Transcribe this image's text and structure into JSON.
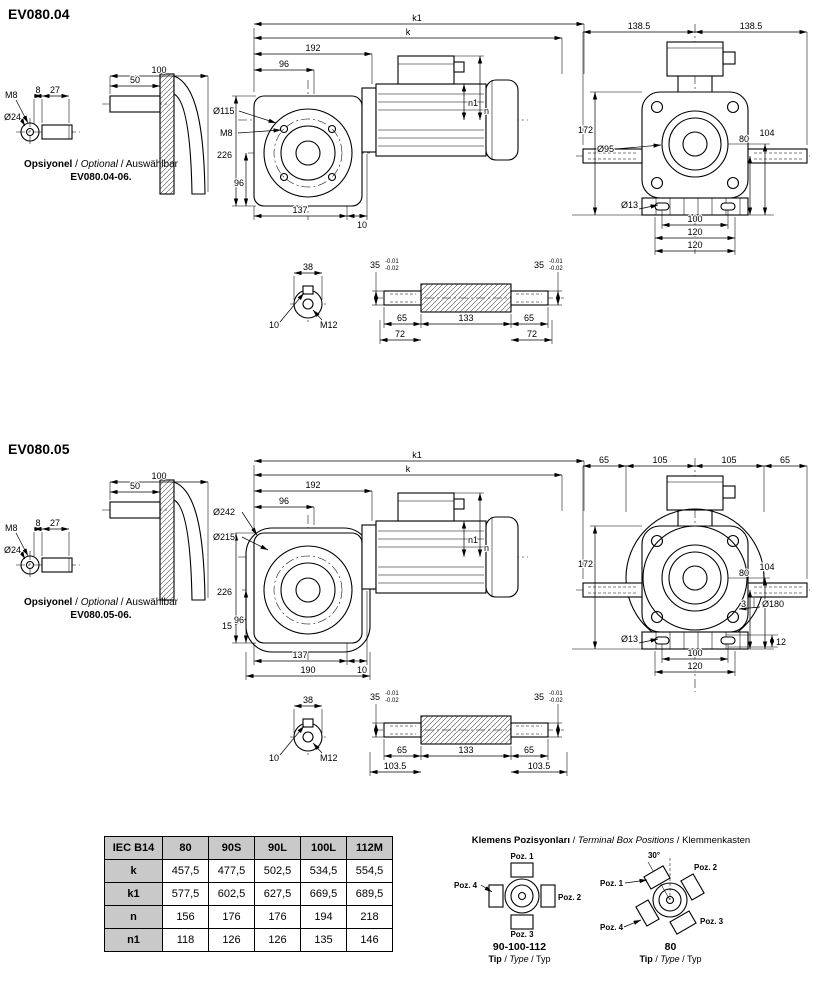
{
  "sep": " / ",
  "ev04": {
    "title": "EV080.04",
    "note": {
      "tr": "Opsiyonel",
      "en": "Optional",
      "de": "Auswählbar",
      "ref": "EV080.04-06."
    },
    "input": {
      "m8": "M8",
      "d8": "8",
      "d27": "27",
      "d24": "Ø24"
    },
    "cover": {
      "d100": "100",
      "d50": "50"
    },
    "side": {
      "k1": "k1",
      "k": "k",
      "d192": "192",
      "d96a": "96",
      "n1": "n1",
      "n": "n",
      "d226": "226",
      "d96b": "96",
      "d115": "Ø115",
      "m8": "M8",
      "d137": "137",
      "d10": "10"
    },
    "front": {
      "d138a": "138.5",
      "d138b": "138.5",
      "d172": "172",
      "d95": "Ø95",
      "d104": "104",
      "d80": "80",
      "d13": "Ø13",
      "d100": "100",
      "d120a": "120",
      "d120b": "120"
    },
    "key": {
      "d38": "38",
      "d10": "10",
      "m12": "M12"
    },
    "shaft": {
      "d35": "35",
      "tolhi": "-0.01",
      "tollo": "-0.02",
      "d65": "65",
      "d133": "133",
      "d72": "72"
    }
  },
  "ev05": {
    "title": "EV080.05",
    "note": {
      "tr": "Opsiyonel",
      "en": "Optional",
      "de": "Auswählbar",
      "ref": "EV080.05-06."
    },
    "input": {
      "m8": "M8",
      "d8": "8",
      "d27": "27",
      "d24": "Ø24"
    },
    "cover": {
      "d100": "100",
      "d50": "50"
    },
    "side": {
      "k1": "k1",
      "k": "k",
      "d192": "192",
      "d96a": "96",
      "d242": "Ø242",
      "d215": "Ø215",
      "n1": "n1",
      "n": "n",
      "d226": "226",
      "d96b": "96",
      "d15": "15",
      "d137": "137",
      "d10": "10",
      "d190": "190"
    },
    "front": {
      "d65a": "65",
      "d105a": "105",
      "d105b": "105",
      "d65b": "65",
      "d172": "172",
      "d104": "104",
      "d80": "80",
      "d3": "3",
      "d180": "Ø180",
      "d13": "Ø13",
      "d100": "100",
      "d12": "12",
      "d120": "120"
    },
    "key": {
      "d38": "38",
      "d10": "10",
      "m12": "M12"
    },
    "shaft": {
      "d35": "35",
      "tolhi": "-0.01",
      "tollo": "-0.02",
      "d65": "65",
      "d133": "133",
      "d103": "103.5"
    }
  },
  "table": {
    "header": [
      "IEC B14",
      "80",
      "90S",
      "90L",
      "100L",
      "112M"
    ],
    "rows": [
      {
        "label": "k",
        "values": [
          "457,5",
          "477,5",
          "502,5",
          "534,5",
          "554,5"
        ]
      },
      {
        "label": "k1",
        "values": [
          "577,5",
          "602,5",
          "627,5",
          "669,5",
          "689,5"
        ]
      },
      {
        "label": "n",
        "values": [
          "156",
          "176",
          "176",
          "194",
          "218"
        ]
      },
      {
        "label": "n1",
        "values": [
          "118",
          "126",
          "126",
          "135",
          "146"
        ]
      }
    ]
  },
  "terminal": {
    "tr": "Klemens Pozisyonları",
    "en": "Terminal Box Positions",
    "de": "Klemmenkasten",
    "std": {
      "p1": "Poz. 1",
      "p2": "Poz. 2",
      "p3": "Poz. 3",
      "p4": "Poz. 4",
      "types": "90-100-112",
      "tip_tr": "Tip",
      "tip_en": "Type",
      "tip_de": "Typ"
    },
    "rot": {
      "angle": "30°",
      "p1": "Poz. 1",
      "p2": "Poz. 2",
      "p3": "Poz. 3",
      "p4": "Poz. 4",
      "types": "80",
      "tip_tr": "Tip",
      "tip_en": "Type",
      "tip_de": "Typ"
    }
  }
}
